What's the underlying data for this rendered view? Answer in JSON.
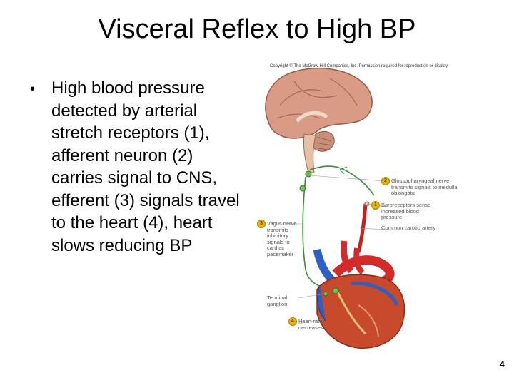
{
  "slide": {
    "title": "Visceral Reflex to High BP",
    "bullet": "High blood pressure detected by arterial stretch receptors (1), afferent neuron (2) carries signal to CNS, efferent (3) signals travel to the heart (4), heart slows reducing BP",
    "page_number": "4"
  },
  "figure": {
    "copyright": "Copyright © The McGraw-Hill Companies, Inc. Permission required for reproduction or display.",
    "labels": {
      "glossopharyngeal": "Glossopharyngeal nerve transmits signals to medulla oblongata",
      "baroreceptors": "Baroreceptors sense increased blood pressure",
      "common_carotid": "Common carotid artery",
      "vagus": "Vagus nerve transmits inhibitory signals to cardiac pacemaker",
      "terminal_ganglion": "Terminal ganglion",
      "heart_rate": "Heart rate decreases"
    },
    "steps": [
      "1",
      "2",
      "3",
      "4"
    ]
  }
}
